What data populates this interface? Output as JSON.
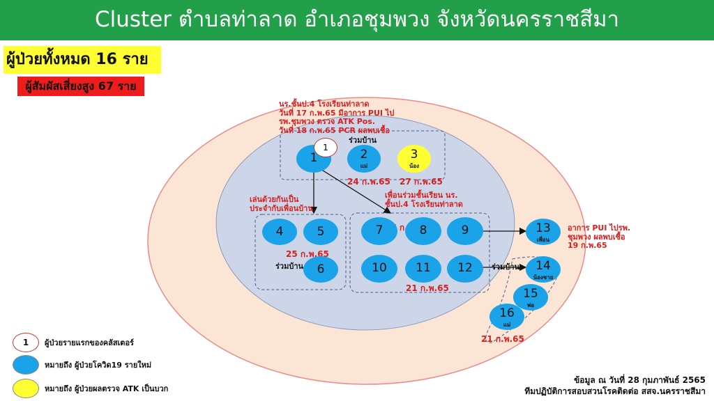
{
  "header": {
    "title": "Cluster ตำบลท่าลาด อำเภอชุมพวง จังหวัดนครราชสีมา"
  },
  "summary": {
    "total_patients": "ผู้ป่วยทั้งหมด 16 ราย",
    "high_risk_contacts": "ผู้สัมผัสเสี่ยงสูง 67 ราย"
  },
  "index_note": {
    "line1": "นร.ชั้นป.4 โรงเรียนท่าลาด",
    "line2": "วันที่ 17 ก.พ.65 มีอาการ PUI ไป",
    "line3": "รพ.ชุมพวง ตรวจ ATK Pos.",
    "line4": "วันที่ 18 ก.พ.65 PCR ผลพบเชื้อ"
  },
  "labels": {
    "household_top": "ร่วมบ้าน",
    "household_mid": "ร่วมบ้าน",
    "household_right": "ร่วมบ้าน",
    "play_group_1": "เล่นด้วยกันเป็น",
    "play_group_2": "ประจำกับเพื่อนบ้าน",
    "class_group_1": "เพื่อนร่วมชั้นเรียน นร.",
    "class_group_2": "ชั้นป.4 โรงเรียนท่าลาด",
    "case13_1": "อาการ PUI ไปรพ.",
    "case13_2": "ชุมพวง ผลพบเชื้อ",
    "case13_3": "19 ก.พ.65"
  },
  "dates": {
    "d2": "24 ก.พ.65",
    "d3": "27 ก.พ.65",
    "d45": "25 ก.พ.65",
    "d7": "17 ก.พ.65",
    "d1012": "21 ก.พ.65",
    "d16": "21 ก.พ.65"
  },
  "nodes": [
    {
      "num": "1",
      "sub": "",
      "color": "#1aa3e8"
    },
    {
      "num": "2",
      "sub": "แม่",
      "color": "#1aa3e8"
    },
    {
      "num": "3",
      "sub": "น้อง",
      "color": "#ffff33"
    },
    {
      "num": "4",
      "sub": "",
      "color": "#1aa3e8"
    },
    {
      "num": "5",
      "sub": "",
      "color": "#1aa3e8"
    },
    {
      "num": "6",
      "sub": "",
      "color": "#1aa3e8"
    },
    {
      "num": "7",
      "sub": "",
      "color": "#1aa3e8"
    },
    {
      "num": "8",
      "sub": "",
      "color": "#1aa3e8"
    },
    {
      "num": "9",
      "sub": "",
      "color": "#1aa3e8"
    },
    {
      "num": "10",
      "sub": "",
      "color": "#1aa3e8"
    },
    {
      "num": "11",
      "sub": "",
      "color": "#1aa3e8"
    },
    {
      "num": "12",
      "sub": "",
      "color": "#1aa3e8"
    },
    {
      "num": "13",
      "sub": "เพื่อน",
      "color": "#1aa3e8"
    },
    {
      "num": "14",
      "sub": "น้องชาย",
      "color": "#1aa3e8"
    },
    {
      "num": "15",
      "sub": "พ่อ",
      "color": "#1aa3e8"
    },
    {
      "num": "16",
      "sub": "แม่",
      "color": "#1aa3e8"
    }
  ],
  "index_marker": "1",
  "legend": [
    {
      "symbol": "1",
      "text": "ผู้ป่วยรายแรกของคลัสเตอร์",
      "color": "#ffffff"
    },
    {
      "symbol": "",
      "text": "หมายถึง ผู้ป่วยโควิด19 รายใหม่",
      "color": "#1aa3e8"
    },
    {
      "symbol": "",
      "text": "หมายถึง ผู้ป่วยผลตรวจ ATK เป็นบวก",
      "color": "#ffff33"
    }
  ],
  "footer": {
    "line1": "ข้อมูล ณ วันที่ 28 กุมภาพันธ์ 2565",
    "line2": "ทีมปฏิบัติการสอบสวนโรคติดต่อ สสจ.นครราชสีมา"
  }
}
